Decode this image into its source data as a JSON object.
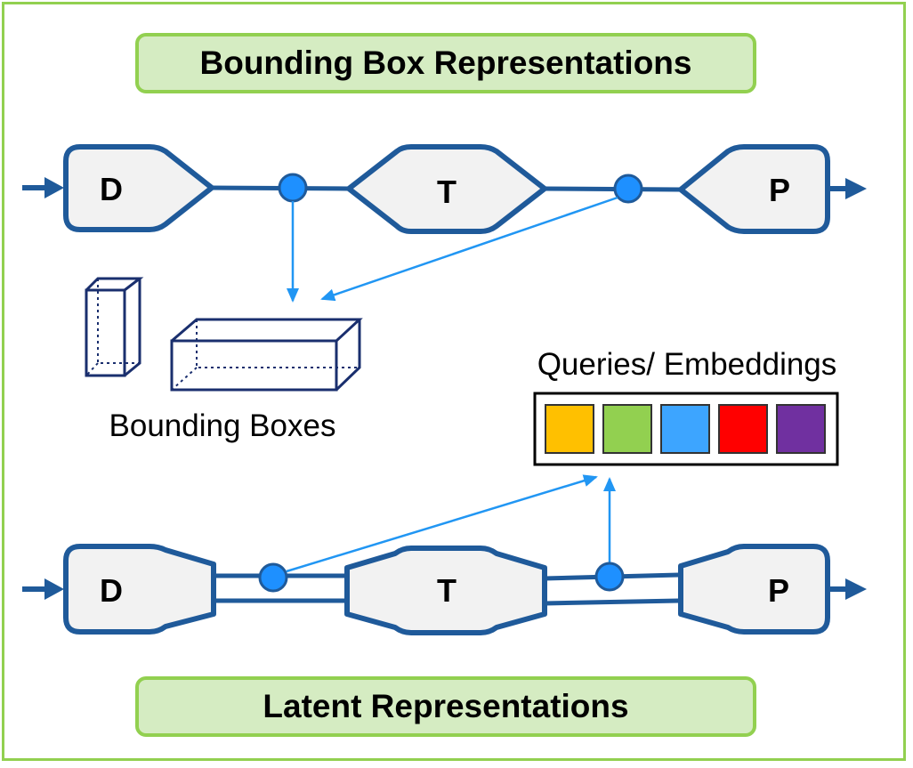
{
  "titles": {
    "top": "Bounding Box Representations",
    "bottom": "Latent Representations"
  },
  "pipeline_top": {
    "modules": [
      "D",
      "T",
      "P"
    ]
  },
  "pipeline_bottom": {
    "modules": [
      "D",
      "T",
      "P"
    ]
  },
  "labels": {
    "bounding_boxes": "Bounding Boxes",
    "queries": "Queries/ Embeddings"
  },
  "embedding_colors": [
    "#ffc000",
    "#92d050",
    "#3da5ff",
    "#ff0000",
    "#7030a0"
  ],
  "colors": {
    "frame": "#92d050",
    "title_fill": "#d5ecc2",
    "module_stroke": "#1f5a9a",
    "module_fill": "#f2f2f2",
    "node_fill": "#1e90ff",
    "arrow_light": "#2196f3",
    "box_stroke": "#1a2f6e"
  }
}
